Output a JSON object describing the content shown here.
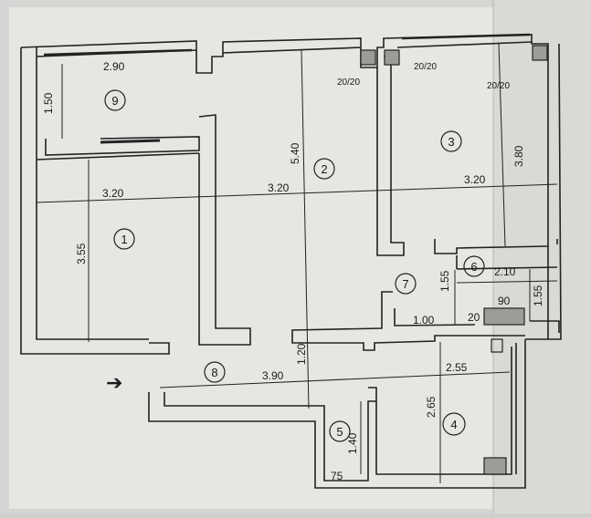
{
  "colors": {
    "paper": "#e6e6e3",
    "paper_right": "#d9d9d6",
    "ink": "#1f1f1f"
  },
  "rooms": [
    {
      "label": "9"
    },
    {
      "label": "1"
    },
    {
      "label": "2"
    },
    {
      "label": "3"
    },
    {
      "label": "6"
    },
    {
      "label": "7"
    },
    {
      "label": "8"
    },
    {
      "label": "5"
    },
    {
      "label": "4"
    }
  ],
  "dimensions": {
    "room9_width": "2.90",
    "room9_depth": "1.50",
    "room1_width": "3.20",
    "room1_depth": "3.55",
    "room2_width": "3.20",
    "room2_depth": "5.40",
    "room3_width": "3.20",
    "room3_depth": "3.80",
    "room6_width": "2.10",
    "room6_depth": "1.55",
    "room7_depth": "1.55",
    "room7_width": "1.00",
    "hall_width": "3.90",
    "hall_depth": "1.20",
    "room4_width": "2.55",
    "room4_depth": "2.65",
    "room5_depth": "1.40",
    "room5_width": "75",
    "col_90": "90",
    "col_20": "20",
    "col_a": "20/20",
    "col_b": "20/20",
    "col_c": "20/20"
  },
  "entrance_arrow": "➔"
}
